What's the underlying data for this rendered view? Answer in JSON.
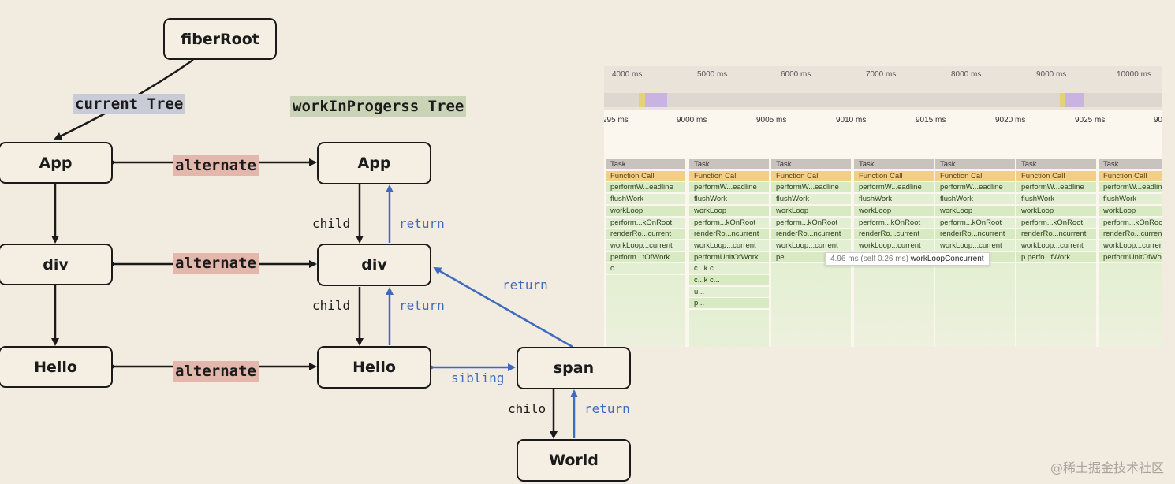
{
  "diagram": {
    "nodes": {
      "fiber_root": "fiberRoot",
      "current_app": "App",
      "current_div": "div",
      "current_hello": "Hello",
      "wip_app": "App",
      "wip_div": "div",
      "wip_hello": "Hello",
      "wip_span": "span",
      "wip_world": "World"
    },
    "tree_labels": {
      "current": "current Tree",
      "work_in_progress": "workInProgerss Tree"
    },
    "edge_labels": {
      "alternate_1": "alternate",
      "alternate_2": "alternate",
      "alternate_3": "alternate",
      "child_app_div": "child",
      "return_div_app": "return",
      "child_div_hello": "child",
      "return_hello_div": "return",
      "return_span_div": "return",
      "sibling": "sibling",
      "child_span_world": "chilo",
      "return_world_span": "return"
    },
    "colors": {
      "ink": "#1a1a1a",
      "blue_arrow": "#3e6bbd",
      "current_highlight": "#c9cbd6",
      "wip_highlight": "#cbd3b6",
      "alternate_highlight": "#e4b7ad"
    }
  },
  "profiler": {
    "overview_ticks": [
      "4000 ms",
      "5000 ms",
      "6000 ms",
      "7000 ms",
      "8000 ms",
      "9000 ms",
      "10000 ms"
    ],
    "ruler_ticks": [
      "995 ms",
      "9000 ms",
      "9005 ms",
      "9010 ms",
      "9015 ms",
      "9020 ms",
      "9025 ms",
      "90"
    ],
    "columns": [
      {
        "task": "Task",
        "call": "Function Call",
        "frames": [
          "performW...eadline",
          "flushWork",
          "workLoop",
          "perform...kOnRoot",
          "renderRo...current",
          "workLoop...current",
          "perform...tOfWork",
          "c..."
        ]
      },
      {
        "task": "Task",
        "call": "Function Call",
        "frames": [
          "performW...eadline",
          "flushWork",
          "workLoop",
          "perform...kOnRoot",
          "renderRo...ncurrent",
          "workLoop...current",
          "performUnitOfWork",
          "c...k  c...",
          "c...k  c...",
          "u...",
          "p..."
        ]
      },
      {
        "task": "Task",
        "call": "Function Call",
        "frames": [
          "performW...eadline",
          "flushWork",
          "workLoop",
          "perform...kOnRoot",
          "renderRo...ncurrent",
          "workLoop...current",
          "pe"
        ]
      },
      {
        "task": "Task",
        "call": "Function Call",
        "frames": [
          "performW...eadline",
          "flushWork",
          "workLoop",
          "perform...kOnRoot",
          "renderRo...current",
          "workLoop...current"
        ]
      },
      {
        "task": "Task",
        "call": "Function Call",
        "frames": [
          "performW...eadline",
          "flushWork",
          "workLoop",
          "perform...kOnRoot",
          "renderRo...ncurrent",
          "workLoop...current",
          "rk"
        ]
      },
      {
        "task": "Task",
        "call": "Function Call",
        "frames": [
          "performW...eadline",
          "flushWork",
          "workLoop",
          "perform...kOnRoot",
          "renderRo...ncurrent",
          "workLoop...current",
          "p     perfo...fWork"
        ]
      },
      {
        "task": "Task",
        "call": "Function Call",
        "frames": [
          "performW...eadline",
          "flushWork",
          "workLoop",
          "perform...kOnRoot",
          "renderRo...current",
          "workLoop...current",
          "performUnitOfWork"
        ]
      }
    ],
    "tooltip": {
      "time": "4.96 ms (self 0.26 ms)",
      "name": "workLoopConcurrent"
    },
    "colors": {
      "task": "#c9c3bd",
      "function_call": "#f3cf86",
      "frame": "#d8eac2"
    }
  },
  "watermark": "@稀土掘金技术社区"
}
